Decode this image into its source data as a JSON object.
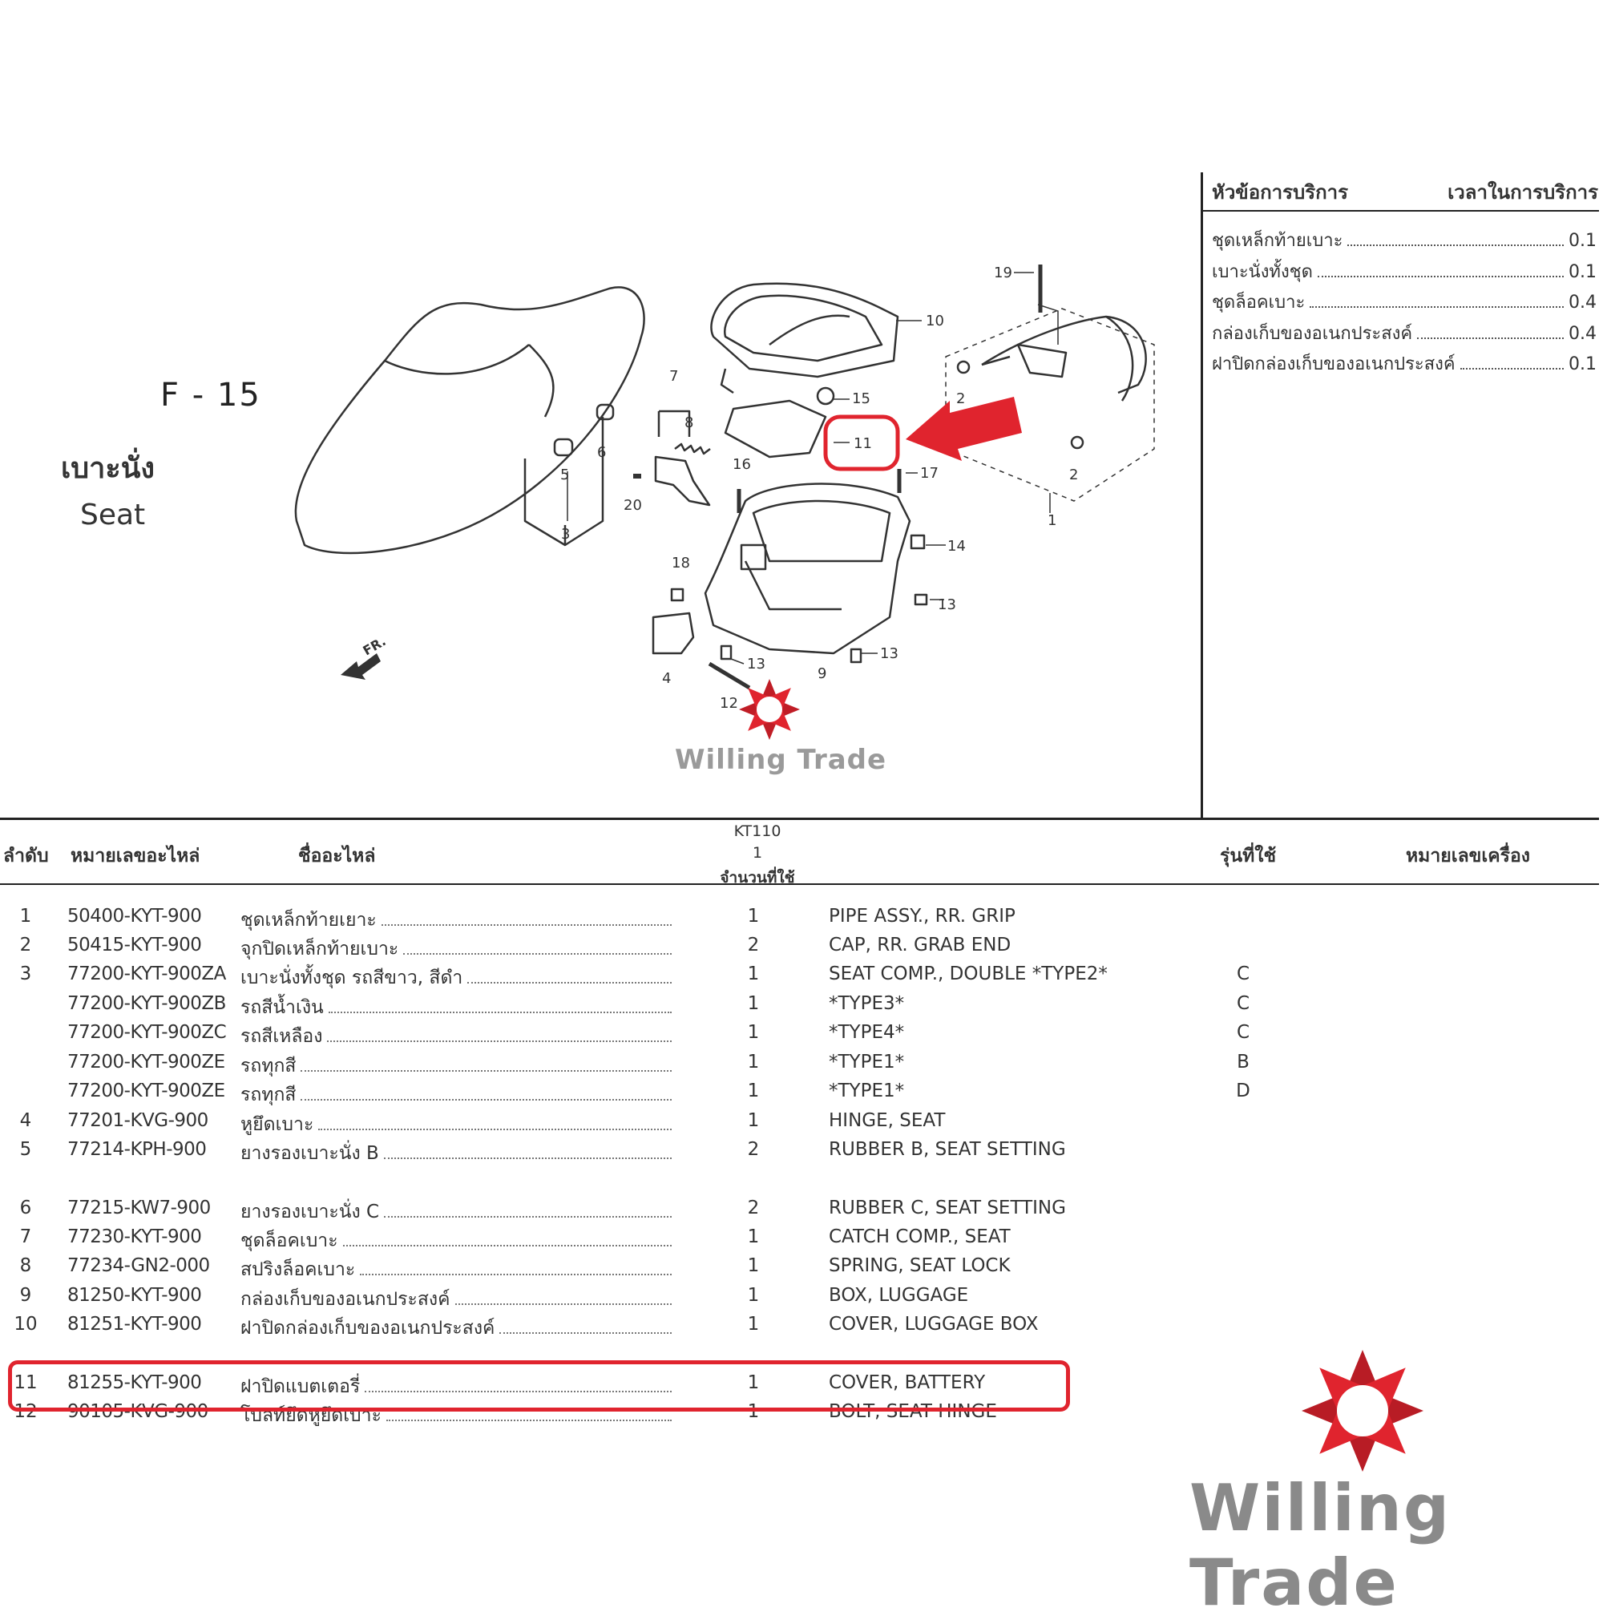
{
  "figure": {
    "code": "F - 15",
    "title_th": "เบาะนั่ง",
    "title_en": "Seat"
  },
  "service_times": {
    "header_left": "หัวข้อการบริการ",
    "header_right": "เวลาในการบริการ",
    "rows": [
      {
        "name": "ชุดเหล็กท้ายเบาะ",
        "time": "0.1"
      },
      {
        "name": "เบาะนั่งทั้งชุด",
        "time": "0.1"
      },
      {
        "name": "ชุดล็อคเบาะ",
        "time": "0.4"
      },
      {
        "name": "กล่องเก็บของอเนกประสงค์",
        "time": "0.4"
      },
      {
        "name": "ฝาปิดกล่องเก็บของอเนกประสงค์",
        "time": "0.1"
      }
    ]
  },
  "diagram_labels": {
    "l1": "1",
    "l2a": "2",
    "l2b": "2",
    "l3": "3",
    "l4": "4",
    "l5": "5",
    "l6": "6",
    "l7": "7",
    "l8": "8",
    "l9": "9",
    "l10": "10",
    "l11": "11",
    "l12": "12",
    "l13a": "13",
    "l13b": "13",
    "l13c": "13",
    "l14": "14",
    "l15": "15",
    "l16": "16",
    "l17": "17",
    "l18": "18",
    "l19": "19",
    "l20": "20",
    "fr": "FR."
  },
  "table": {
    "headers": {
      "no": "ลำดับ",
      "part_no": "หมายเลขอะไหล่",
      "name": "ชื่ออะไหล่",
      "kt_model": "KT110",
      "kt_index": "1",
      "qty": "จำนวนที่ใช้",
      "model": "รุ่นที่ใช้",
      "engine_no": "หมายเลขเครื่อง"
    },
    "rows": [
      {
        "no": "1",
        "part": "50400-KYT-900",
        "th": "ชุดเหล็กท้ายเยาะ",
        "qty": "1",
        "en": "PIPE ASSY., RR. GRIP",
        "model": ""
      },
      {
        "no": "2",
        "part": "50415-KYT-900",
        "th": "จุกปิดเหล็กท้ายเบาะ",
        "qty": "2",
        "en": "CAP, RR. GRAB END",
        "model": ""
      },
      {
        "no": "3",
        "part": "77200-KYT-900ZA",
        "th": "เบาะนั่งทั้งชุด รถสีขาว, สีดำ",
        "qty": "1",
        "en": "SEAT COMP., DOUBLE *TYPE2*",
        "model": "C"
      },
      {
        "no": "",
        "part": "77200-KYT-900ZB",
        "th": "รถสีน้ำเงิน",
        "qty": "1",
        "en": "*TYPE3*",
        "model": "C"
      },
      {
        "no": "",
        "part": "77200-KYT-900ZC",
        "th": "รถสีเหลือง",
        "qty": "1",
        "en": "*TYPE4*",
        "model": "C"
      },
      {
        "no": "",
        "part": "77200-KYT-900ZE",
        "th": "รถทุกสี",
        "qty": "1",
        "en": "*TYPE1*",
        "model": "B"
      },
      {
        "no": "",
        "part": "77200-KYT-900ZE",
        "th": "รถทุกสี",
        "qty": "1",
        "en": "*TYPE1*",
        "model": "D"
      },
      {
        "no": "4",
        "part": "77201-KVG-900",
        "th": "หูยึดเบาะ",
        "qty": "1",
        "en": "HINGE, SEAT",
        "model": ""
      },
      {
        "no": "5",
        "part": "77214-KPH-900",
        "th": "ยางรองเบาะนั่ง B",
        "qty": "2",
        "en": "RUBBER B, SEAT SETTING",
        "model": ""
      },
      {
        "no": "6",
        "part": "77215-KW7-900",
        "th": "ยางรองเบาะนั่ง C",
        "qty": "2",
        "en": "RUBBER C, SEAT SETTING",
        "model": ""
      },
      {
        "no": "7",
        "part": "77230-KYT-900",
        "th": "ชุดล็อคเบาะ",
        "qty": "1",
        "en": "CATCH COMP., SEAT",
        "model": ""
      },
      {
        "no": "8",
        "part": "77234-GN2-000",
        "th": "สปริงล็อคเบาะ",
        "qty": "1",
        "en": "SPRING, SEAT LOCK",
        "model": ""
      },
      {
        "no": "9",
        "part": "81250-KYT-900",
        "th": "กล่องเก็บของอเนกประสงค์",
        "qty": "1",
        "en": "BOX, LUGGAGE",
        "model": ""
      },
      {
        "no": "10",
        "part": "81251-KYT-900",
        "th": "ฝาปิดกล่องเก็บของอเนกประสงค์",
        "qty": "1",
        "en": "COVER, LUGGAGE BOX",
        "model": ""
      },
      {
        "no": "11",
        "part": "81255-KYT-900",
        "th": "ฝาปิดแบตเตอรี่",
        "qty": "1",
        "en": "COVER, BATTERY",
        "model": ""
      },
      {
        "no": "12",
        "part": "90105-KVG-900",
        "th": "โบลท์ยึดหูยึดเบาะ",
        "qty": "1",
        "en": "BOLT, SEAT HINGE",
        "model": ""
      }
    ]
  },
  "watermark": {
    "text": "Willing Trade"
  },
  "colors": {
    "highlight": "#e0242e",
    "watermark": "#8a8a8a"
  }
}
